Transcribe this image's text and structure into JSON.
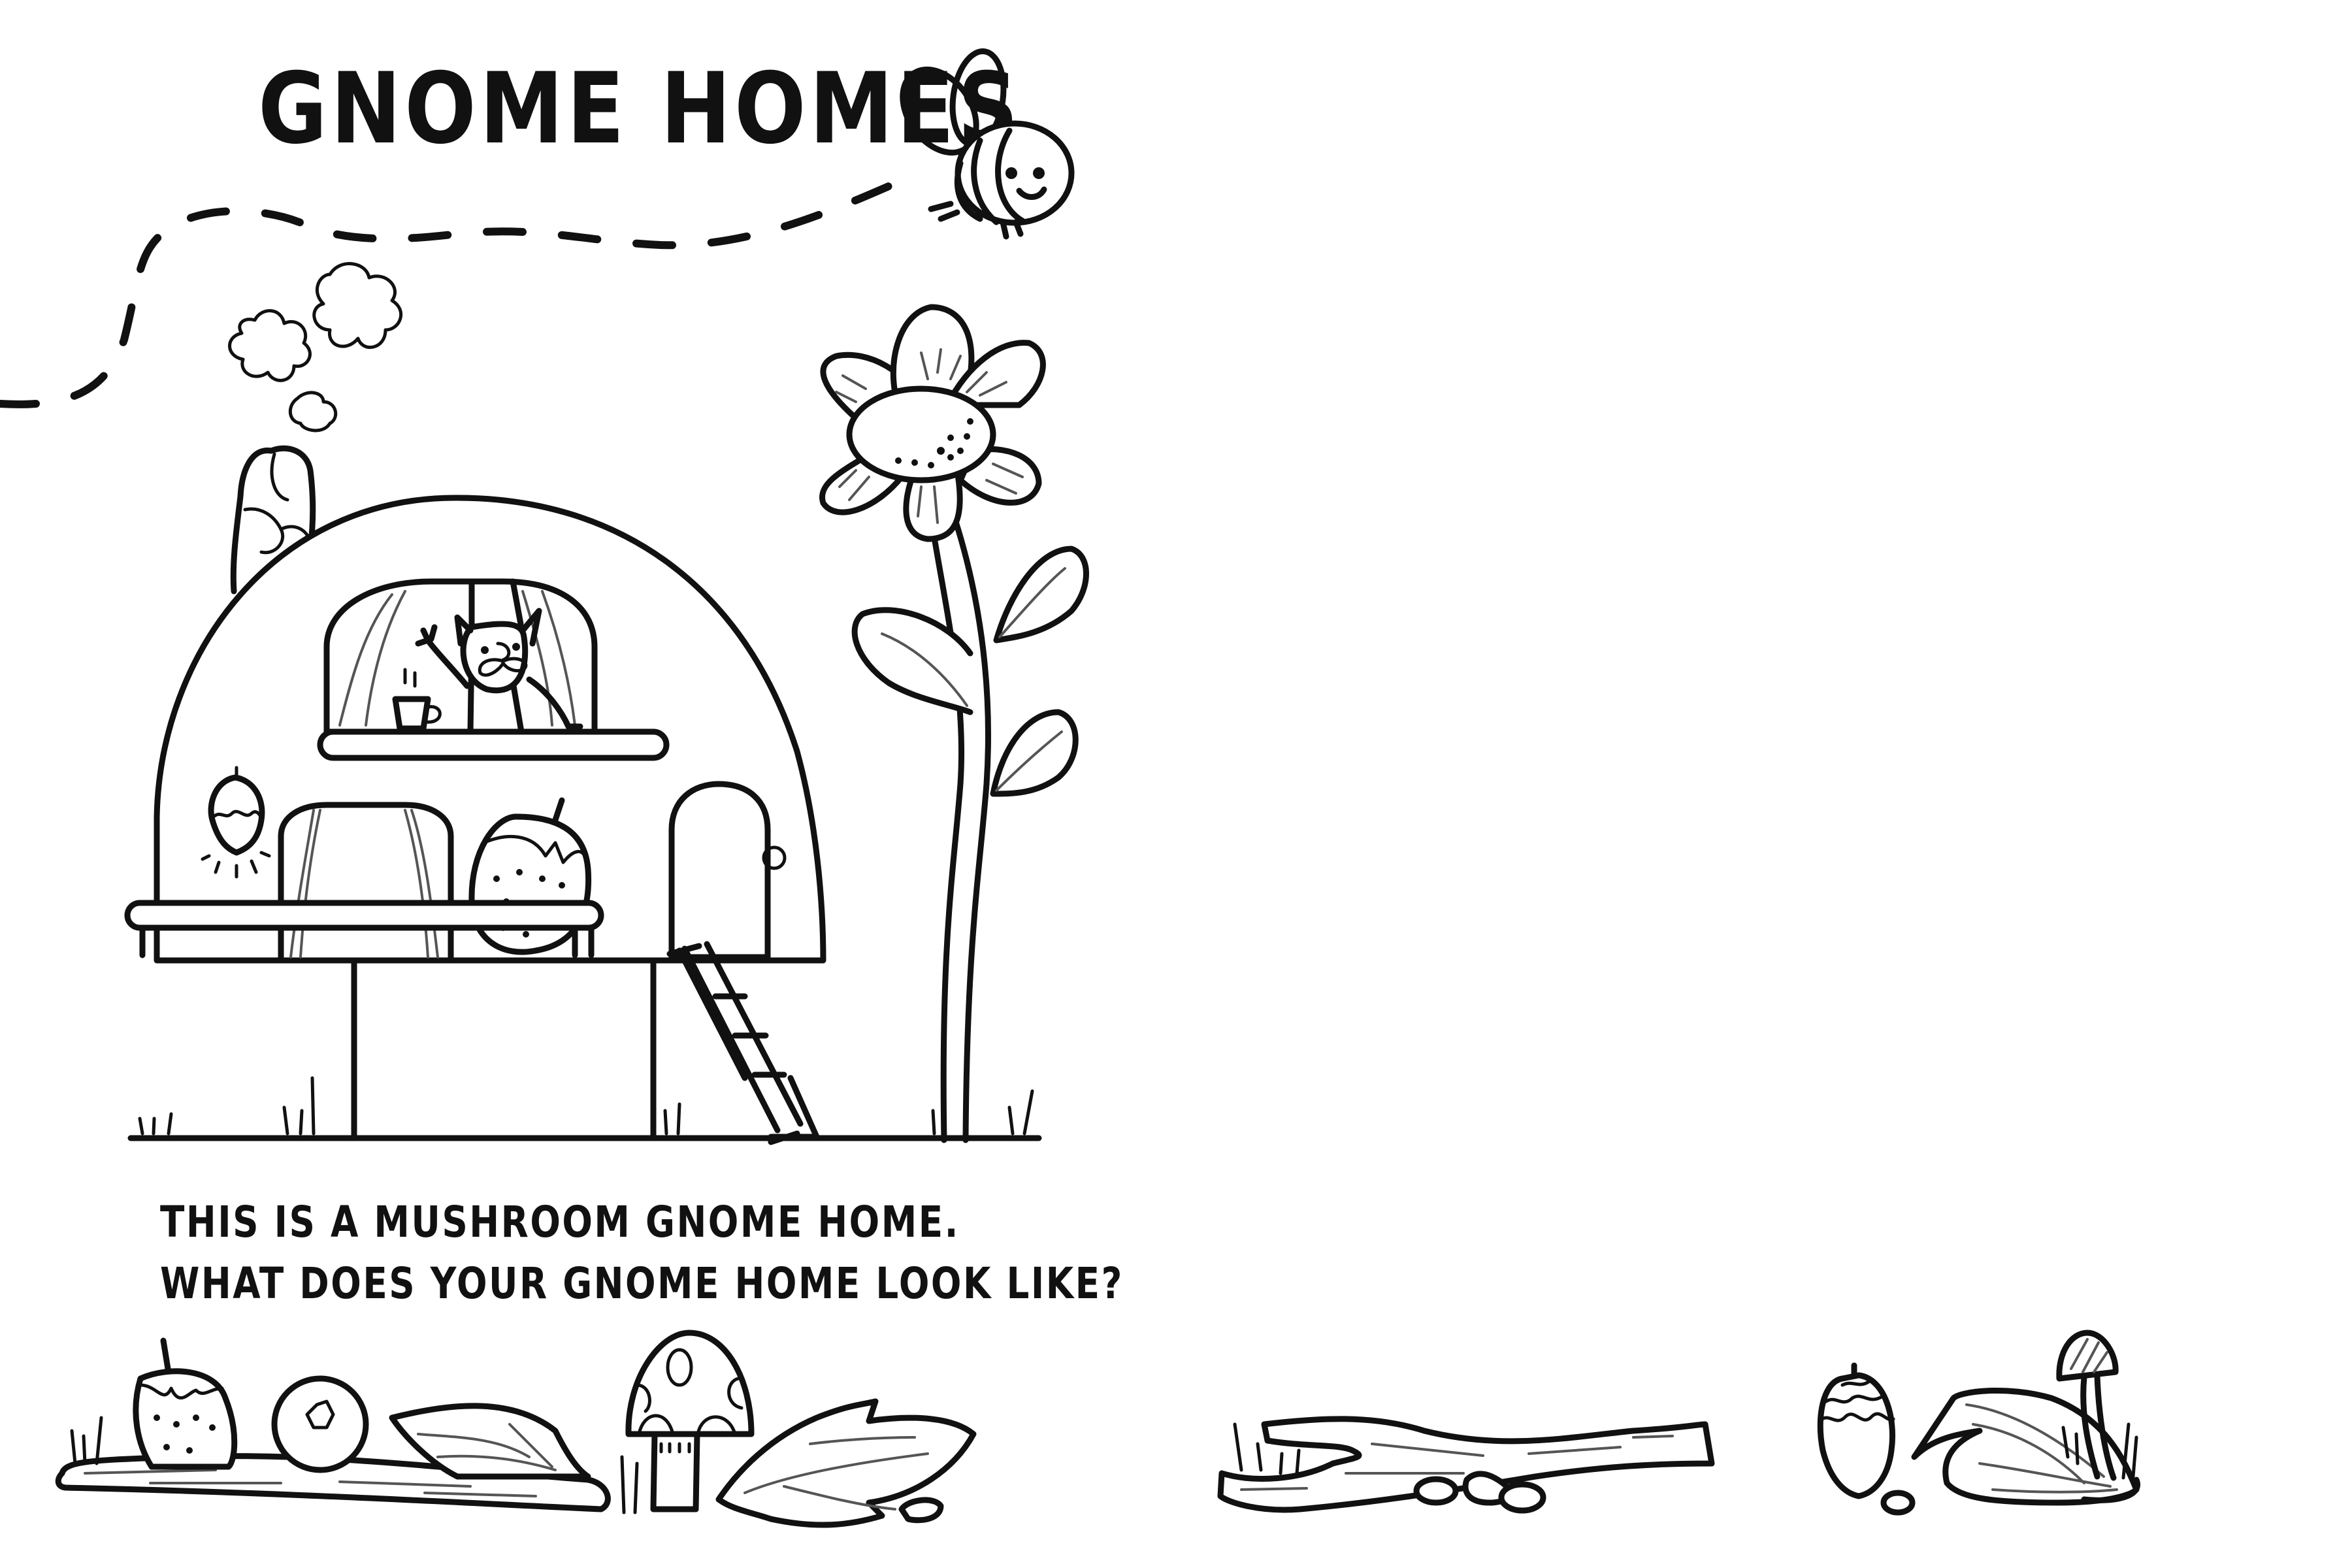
{
  "page_left": {
    "title": "GNOME HOMES",
    "prompt_lines": [
      "THIS IS A MUSHROOM GNOME HOME.",
      "WHAT DOES YOUR GNOME HOME LOOK LIKE?"
    ],
    "illustration": {
      "subject": "mushroom gnome home",
      "elements": [
        "bee",
        "dashed-flight-path",
        "smoke-clouds",
        "chimney",
        "dome-house",
        "gnome-in-window",
        "teacup",
        "acorn-lamp",
        "strawberry",
        "round-door",
        "ladder",
        "flower",
        "grass",
        "ground-line"
      ]
    }
  },
  "page_right": {
    "content": "blank drawing area"
  },
  "border": {
    "left_items": [
      "twig",
      "strawberry",
      "blueberry",
      "leaf",
      "spotted-mushroom",
      "large-leaf",
      "pebble"
    ],
    "right_items": [
      "branch",
      "pebbles",
      "acorn",
      "leaf",
      "small-mushroom",
      "grass"
    ]
  },
  "colors": {
    "ink": "#111111",
    "paper": "#ffffff"
  }
}
